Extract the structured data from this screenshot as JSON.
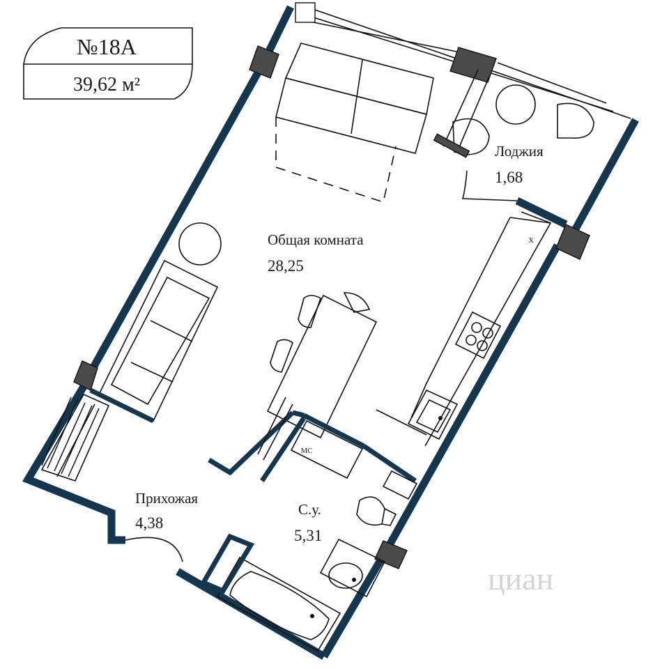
{
  "apartment": {
    "number": "№18А",
    "area": "39,62 м²"
  },
  "rooms": [
    {
      "id": "living",
      "name": "Общая комната",
      "area": "28,25"
    },
    {
      "id": "loggia",
      "name": "Лоджия",
      "area": "1,68"
    },
    {
      "id": "hallway",
      "name": "Прихожая",
      "area": "4,38"
    },
    {
      "id": "bathroom",
      "name": "С.у.",
      "area": "5,31"
    }
  ],
  "fixtures": {
    "washing_machine_label": "МС",
    "hood_mark": "x"
  },
  "watermark": "циан",
  "colors": {
    "wall": "#15364f",
    "column": "#4a4a4a",
    "line": "#111111"
  }
}
